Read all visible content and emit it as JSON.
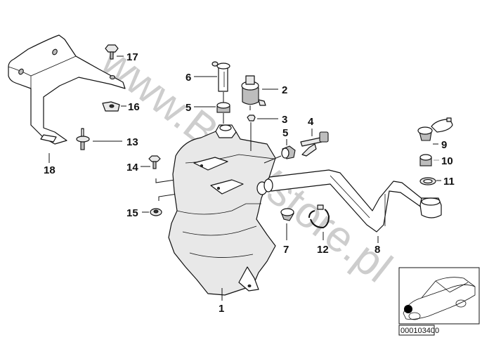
{
  "diagram": {
    "type": "exploded-parts-diagram",
    "subject": "Windshield washer fluid reservoir assembly",
    "watermark": "www.BMWstore.pl",
    "reference_number": "000103400",
    "callouts": [
      {
        "id": "1",
        "label": "1",
        "part": "washer-fluid-reservoir"
      },
      {
        "id": "2",
        "label": "2",
        "part": "washer-pump"
      },
      {
        "id": "3",
        "label": "3",
        "part": "pump-grommet"
      },
      {
        "id": "4",
        "label": "4",
        "part": "level-sensor"
      },
      {
        "id": "5a",
        "label": "5",
        "part": "rubber-grommet-upper"
      },
      {
        "id": "5b",
        "label": "5",
        "part": "rubber-grommet-side"
      },
      {
        "id": "6",
        "label": "6",
        "part": "level-sender-tube"
      },
      {
        "id": "7",
        "label": "7",
        "part": "grommet"
      },
      {
        "id": "8",
        "label": "8",
        "part": "filler-pipe"
      },
      {
        "id": "9",
        "label": "9",
        "part": "filler-cap-with-strainer"
      },
      {
        "id": "10",
        "label": "10",
        "part": "filter-insert"
      },
      {
        "id": "11",
        "label": "11",
        "part": "sealing-ring"
      },
      {
        "id": "12",
        "label": "12",
        "part": "retaining-clip"
      },
      {
        "id": "13",
        "label": "13",
        "part": "stud-bolt"
      },
      {
        "id": "14",
        "label": "14",
        "part": "hex-bolt-with-washer"
      },
      {
        "id": "15",
        "label": "15",
        "part": "hex-nut"
      },
      {
        "id": "16",
        "label": "16",
        "part": "clip-nut"
      },
      {
        "id": "17",
        "label": "17",
        "part": "hex-screw"
      },
      {
        "id": "18",
        "label": "18",
        "part": "holder-bracket"
      }
    ]
  }
}
